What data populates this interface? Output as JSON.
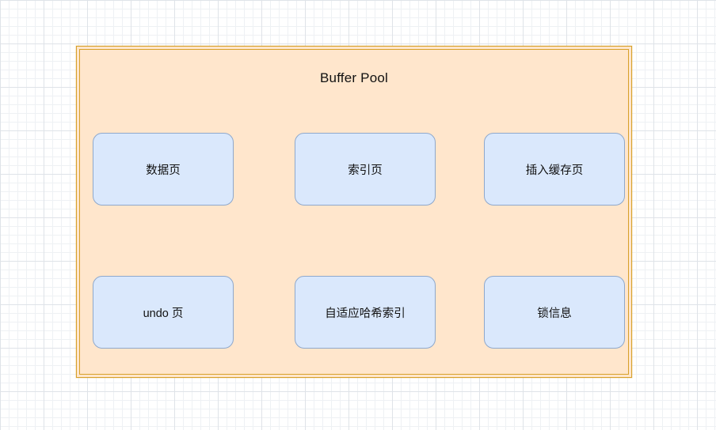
{
  "diagram": {
    "container": {
      "title": "Buffer Pool",
      "fill_color": "#ffe6cc",
      "stroke_color": "#d7a02a"
    },
    "node_style": {
      "fill_color": "#dae8fc",
      "stroke_color": "#8ea8cc"
    },
    "boxes": [
      {
        "label": "数据页"
      },
      {
        "label": "索引页"
      },
      {
        "label": "插入缓存页"
      },
      {
        "label": "undo 页"
      },
      {
        "label": "自适应哈希索引"
      },
      {
        "label": "锁信息"
      }
    ]
  }
}
